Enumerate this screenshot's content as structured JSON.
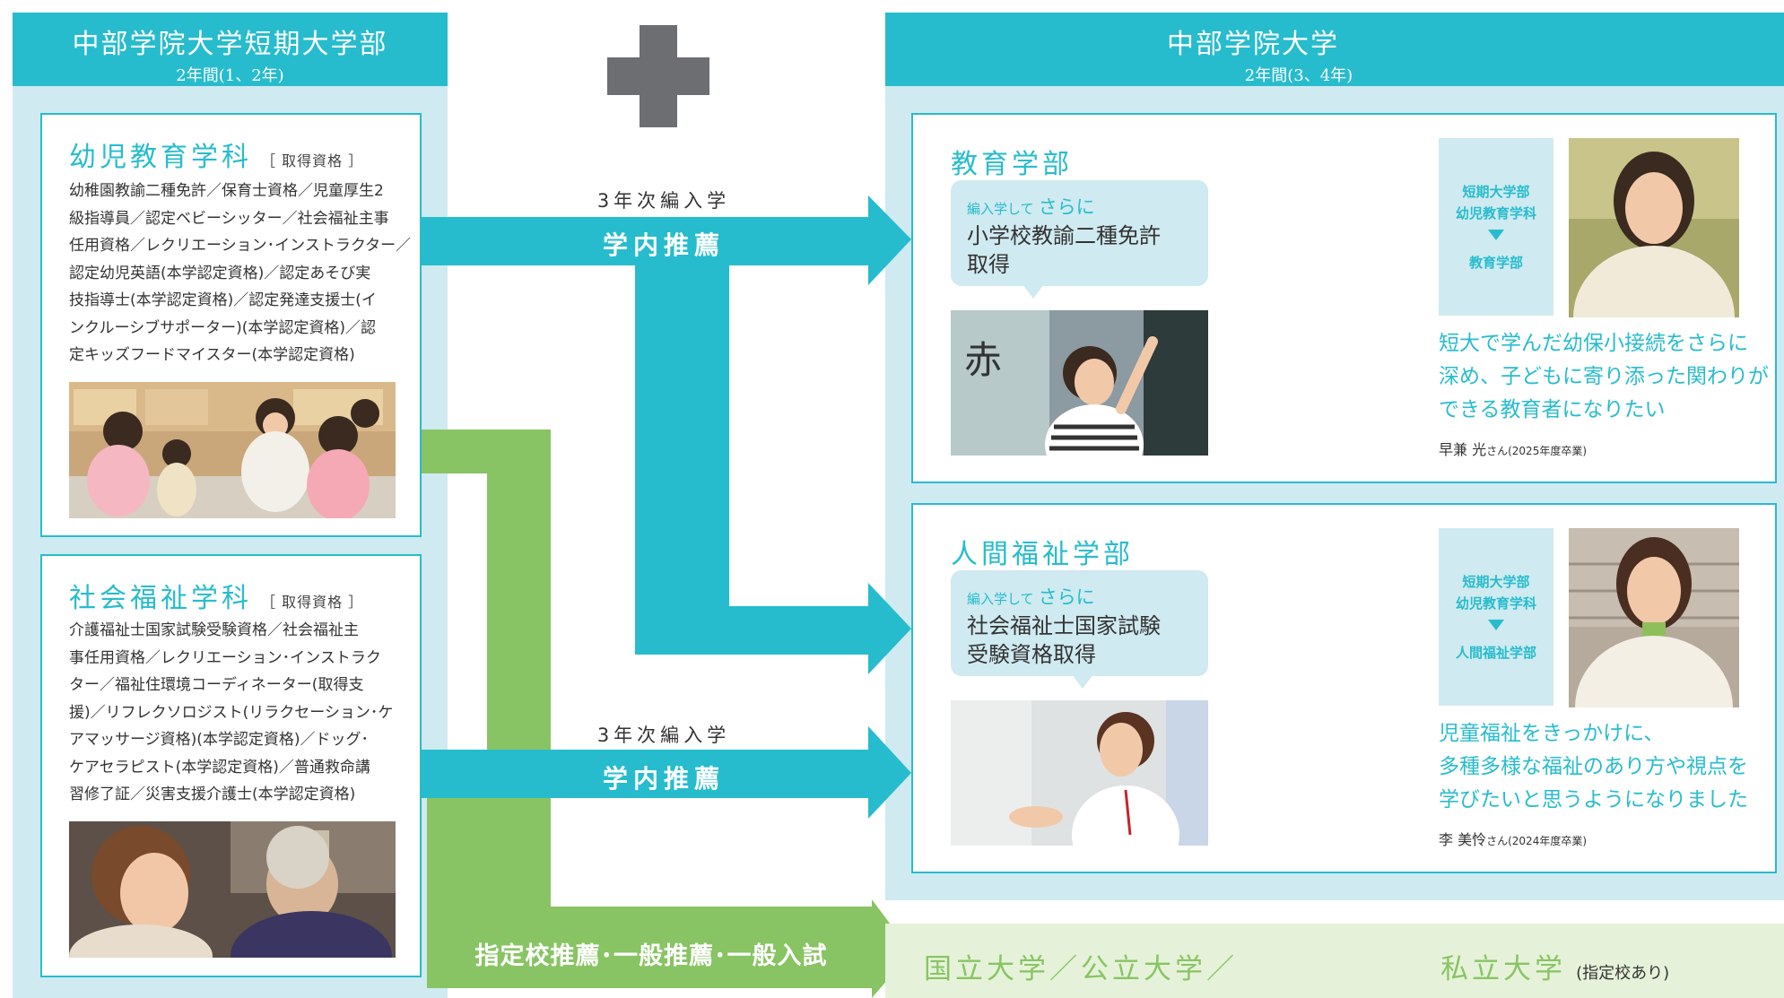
{
  "colors": {
    "teal": "#27bccd",
    "light_teal": "#cfeaf0",
    "green": "#88c463",
    "pale_green": "#e5f2d9",
    "gray": "#6d6e71"
  },
  "junior": {
    "title": "中部学院大学短期大学部",
    "subtitle": "2年間(1、2年)",
    "dept1": {
      "name": "幼児教育学科",
      "qual_label": "［ 取得資格 ］",
      "lines": [
        "幼稚園教諭二種免許／保育士資格／児童厚生2",
        "級指導員／認定ベビーシッター／社会福祉主事",
        "任用資格／レクリエーション･インストラクター／",
        "認定幼児英語(本学認定資格)／認定あそび実",
        "技指導士(本学認定資格)／認定発達支援士(イ",
        "ンクルーシブサポーター)(本学認定資格)／認",
        "定キッズフードマイスター(本学認定資格)"
      ]
    },
    "dept2": {
      "name": "社会福祉学科",
      "qual_label": "［ 取得資格 ］",
      "lines": [
        "介護福祉士国家試験受験資格／社会福祉主",
        "事任用資格／レクリエーション･インストラク",
        "ター／福祉住環境コーディネーター(取得支",
        "援)／リフレクソロジスト(リラクセーション･ケ",
        "アマッサージ資格)(本学認定資格)／ドッグ･",
        "ケアセラピスト(本学認定資格)／普通救命講",
        "習修了証／災害支援介護士(本学認定資格)"
      ]
    }
  },
  "plus_icon": "plus-icon",
  "arrows": {
    "a1_label": "3年次編入学",
    "a1_text": "学内推薦",
    "a2_label": "3年次編入学",
    "a2_text": "学内推薦",
    "green_text": "指定校推薦･一般推薦･一般入試"
  },
  "university": {
    "title": "中部学院大学",
    "subtitle": "2年間(3、4年)",
    "fac1": {
      "name": "教育学部",
      "bubble_small": "編入学して",
      "bubble_big": "さらに",
      "bubble_main1": "小学校教諭二種免許",
      "bubble_main2": "取得",
      "tag1": "短期大学部",
      "tag2": "幼児教育学科",
      "tag3": "教育学部",
      "quote1": "短大で学んだ幼保小接続をさらに",
      "quote2": "深め、子どもに寄り添った関わりが",
      "quote3": "できる教育者になりたい",
      "person": "早兼 光",
      "person_suffix": "さん",
      "person_year": "(2025年度卒業)"
    },
    "fac2": {
      "name": "人間福祉学部",
      "bubble_small": "編入学して",
      "bubble_big": "さらに",
      "bubble_main1": "社会福祉士国家試験",
      "bubble_main2": "受験資格取得",
      "tag1": "短期大学部",
      "tag2": "幼児教育学科",
      "tag3": "人間福祉学部",
      "quote1": "児童福祉をきっかけに、",
      "quote2": "多種多様な福祉のあり方や視点を",
      "quote3": "学びたいと思うようになりました",
      "person": "李 美怜",
      "person_suffix": "さん",
      "person_year": "(2024年度卒業)"
    }
  },
  "bottom": {
    "national": "国立大学／公立大学／",
    "private": "私立大学",
    "note": "(指定校あり)"
  }
}
